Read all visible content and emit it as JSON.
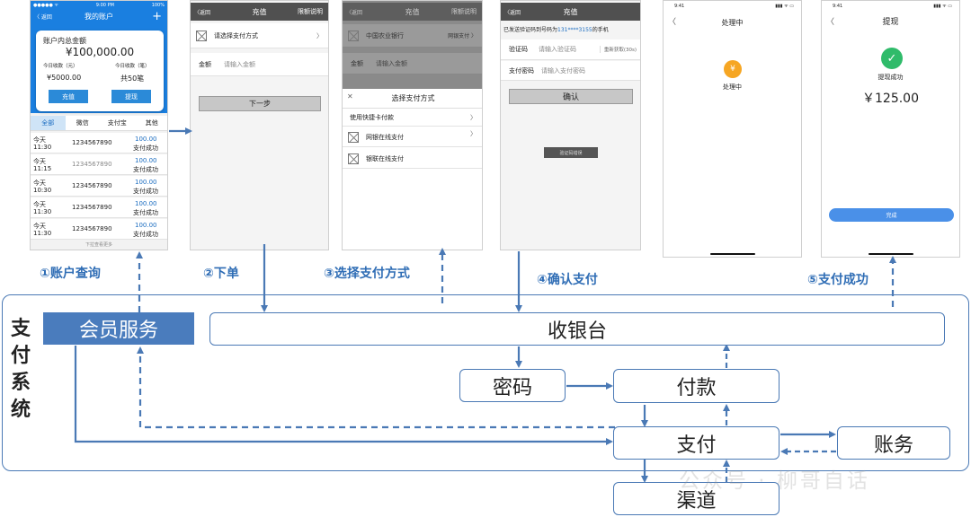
{
  "phone1": {
    "status": {
      "carrier": "●●●●● ᯤ",
      "time": "9:00 PM",
      "battery": "100%"
    },
    "back": "〈 返回",
    "title": "我的账户",
    "plus": "+",
    "balance_label": "账户内总金额",
    "balance": "¥100,000.00",
    "today_income_label": "今日收款（元）",
    "today_count_label": "今日收款（笔）",
    "today_income": "¥5000.00",
    "today_count": "共50笔",
    "recharge": "充值",
    "withdraw": "提现",
    "tabs": [
      "全部",
      "微信",
      "支付宝",
      "其他"
    ],
    "records": [
      {
        "day": "今天",
        "time": "11:30",
        "no": "1234567890",
        "amount": "100.00",
        "status": "支付成功"
      },
      {
        "day": "今天",
        "time": "11:15",
        "no": "1234567890",
        "amount": "100.00",
        "status": "支付成功"
      },
      {
        "day": "今天",
        "time": "10:30",
        "no": "1234567890",
        "amount": "100.00",
        "status": "支付成功"
      },
      {
        "day": "今天",
        "time": "11:30",
        "no": "1234567890",
        "amount": "100.00",
        "status": "支付成功"
      },
      {
        "day": "今天",
        "time": "11:30",
        "no": "1234567890",
        "amount": "100.00",
        "status": "支付成功"
      }
    ],
    "footer": "下拉查看更多"
  },
  "phone2": {
    "back": "〈返回",
    "title": "充值",
    "help": "限额说明",
    "select_method": "请选择支付方式",
    "chevron": "〉",
    "amount_label": "金额",
    "amount_placeholder": "请输入金额",
    "next": "下一步"
  },
  "phone3": {
    "back": "〈返回",
    "title": "充值",
    "help": "限额说明",
    "bank": "中国农业银行",
    "bank_method": "网银支付 〉",
    "amount_label": "金额",
    "amount_placeholder": "请输入金额",
    "close": "✕",
    "sheet_title": "选择支付方式",
    "options": [
      "使用快捷卡付款",
      "网银在线支付",
      "银联在线支付"
    ],
    "chevron": "〉"
  },
  "phone4": {
    "back": "〈返回",
    "title": "充值",
    "sms_prefix": "已发送验证码到号码为",
    "sms_phone": "131****3155",
    "sms_suffix": "的手机",
    "code_label": "验证码",
    "code_placeholder": "请输入验证码",
    "resend": "重新获取(30s)",
    "pwd_label": "支付密码",
    "pwd_placeholder": "请输入支付密码",
    "confirm": "确认",
    "overlay": "验证码错误"
  },
  "phone5": {
    "time": "9:41",
    "signal": "▮▮▮ ᯤ ▭",
    "back": "〈",
    "title": "处理中",
    "coin": "¥",
    "status": "处理中"
  },
  "phone6": {
    "time": "9:41",
    "signal": "▮▮▮ ᯤ ▭",
    "back": "〈",
    "title": "提现",
    "check": "✓",
    "status": "提现成功",
    "amount": "￥125.00",
    "done": "完成"
  },
  "steps": [
    "①账户查询",
    "②下单",
    "③选择支付方式",
    "④确认支付",
    "⑤支付成功"
  ],
  "system_label": [
    "支",
    "付",
    "系",
    "统"
  ],
  "nodes": {
    "member": "会员服务",
    "cashier": "收银台",
    "password": "密码",
    "payment": "付款",
    "pay": "支付",
    "account": "账务",
    "channel": "渠道"
  },
  "watermark": "公众号 · 柳哥自话",
  "colors": {
    "ios_blue": "#1a7fe0",
    "primary": "#2b8ad8",
    "box_border": "#4a79b5",
    "member_fill": "#4a7cbd",
    "arrow": "#4a79b5",
    "step_text": "#2f6db5",
    "success": "#2fbb6a",
    "coin": "#f6a623",
    "done_btn": "#4a90e8"
  }
}
